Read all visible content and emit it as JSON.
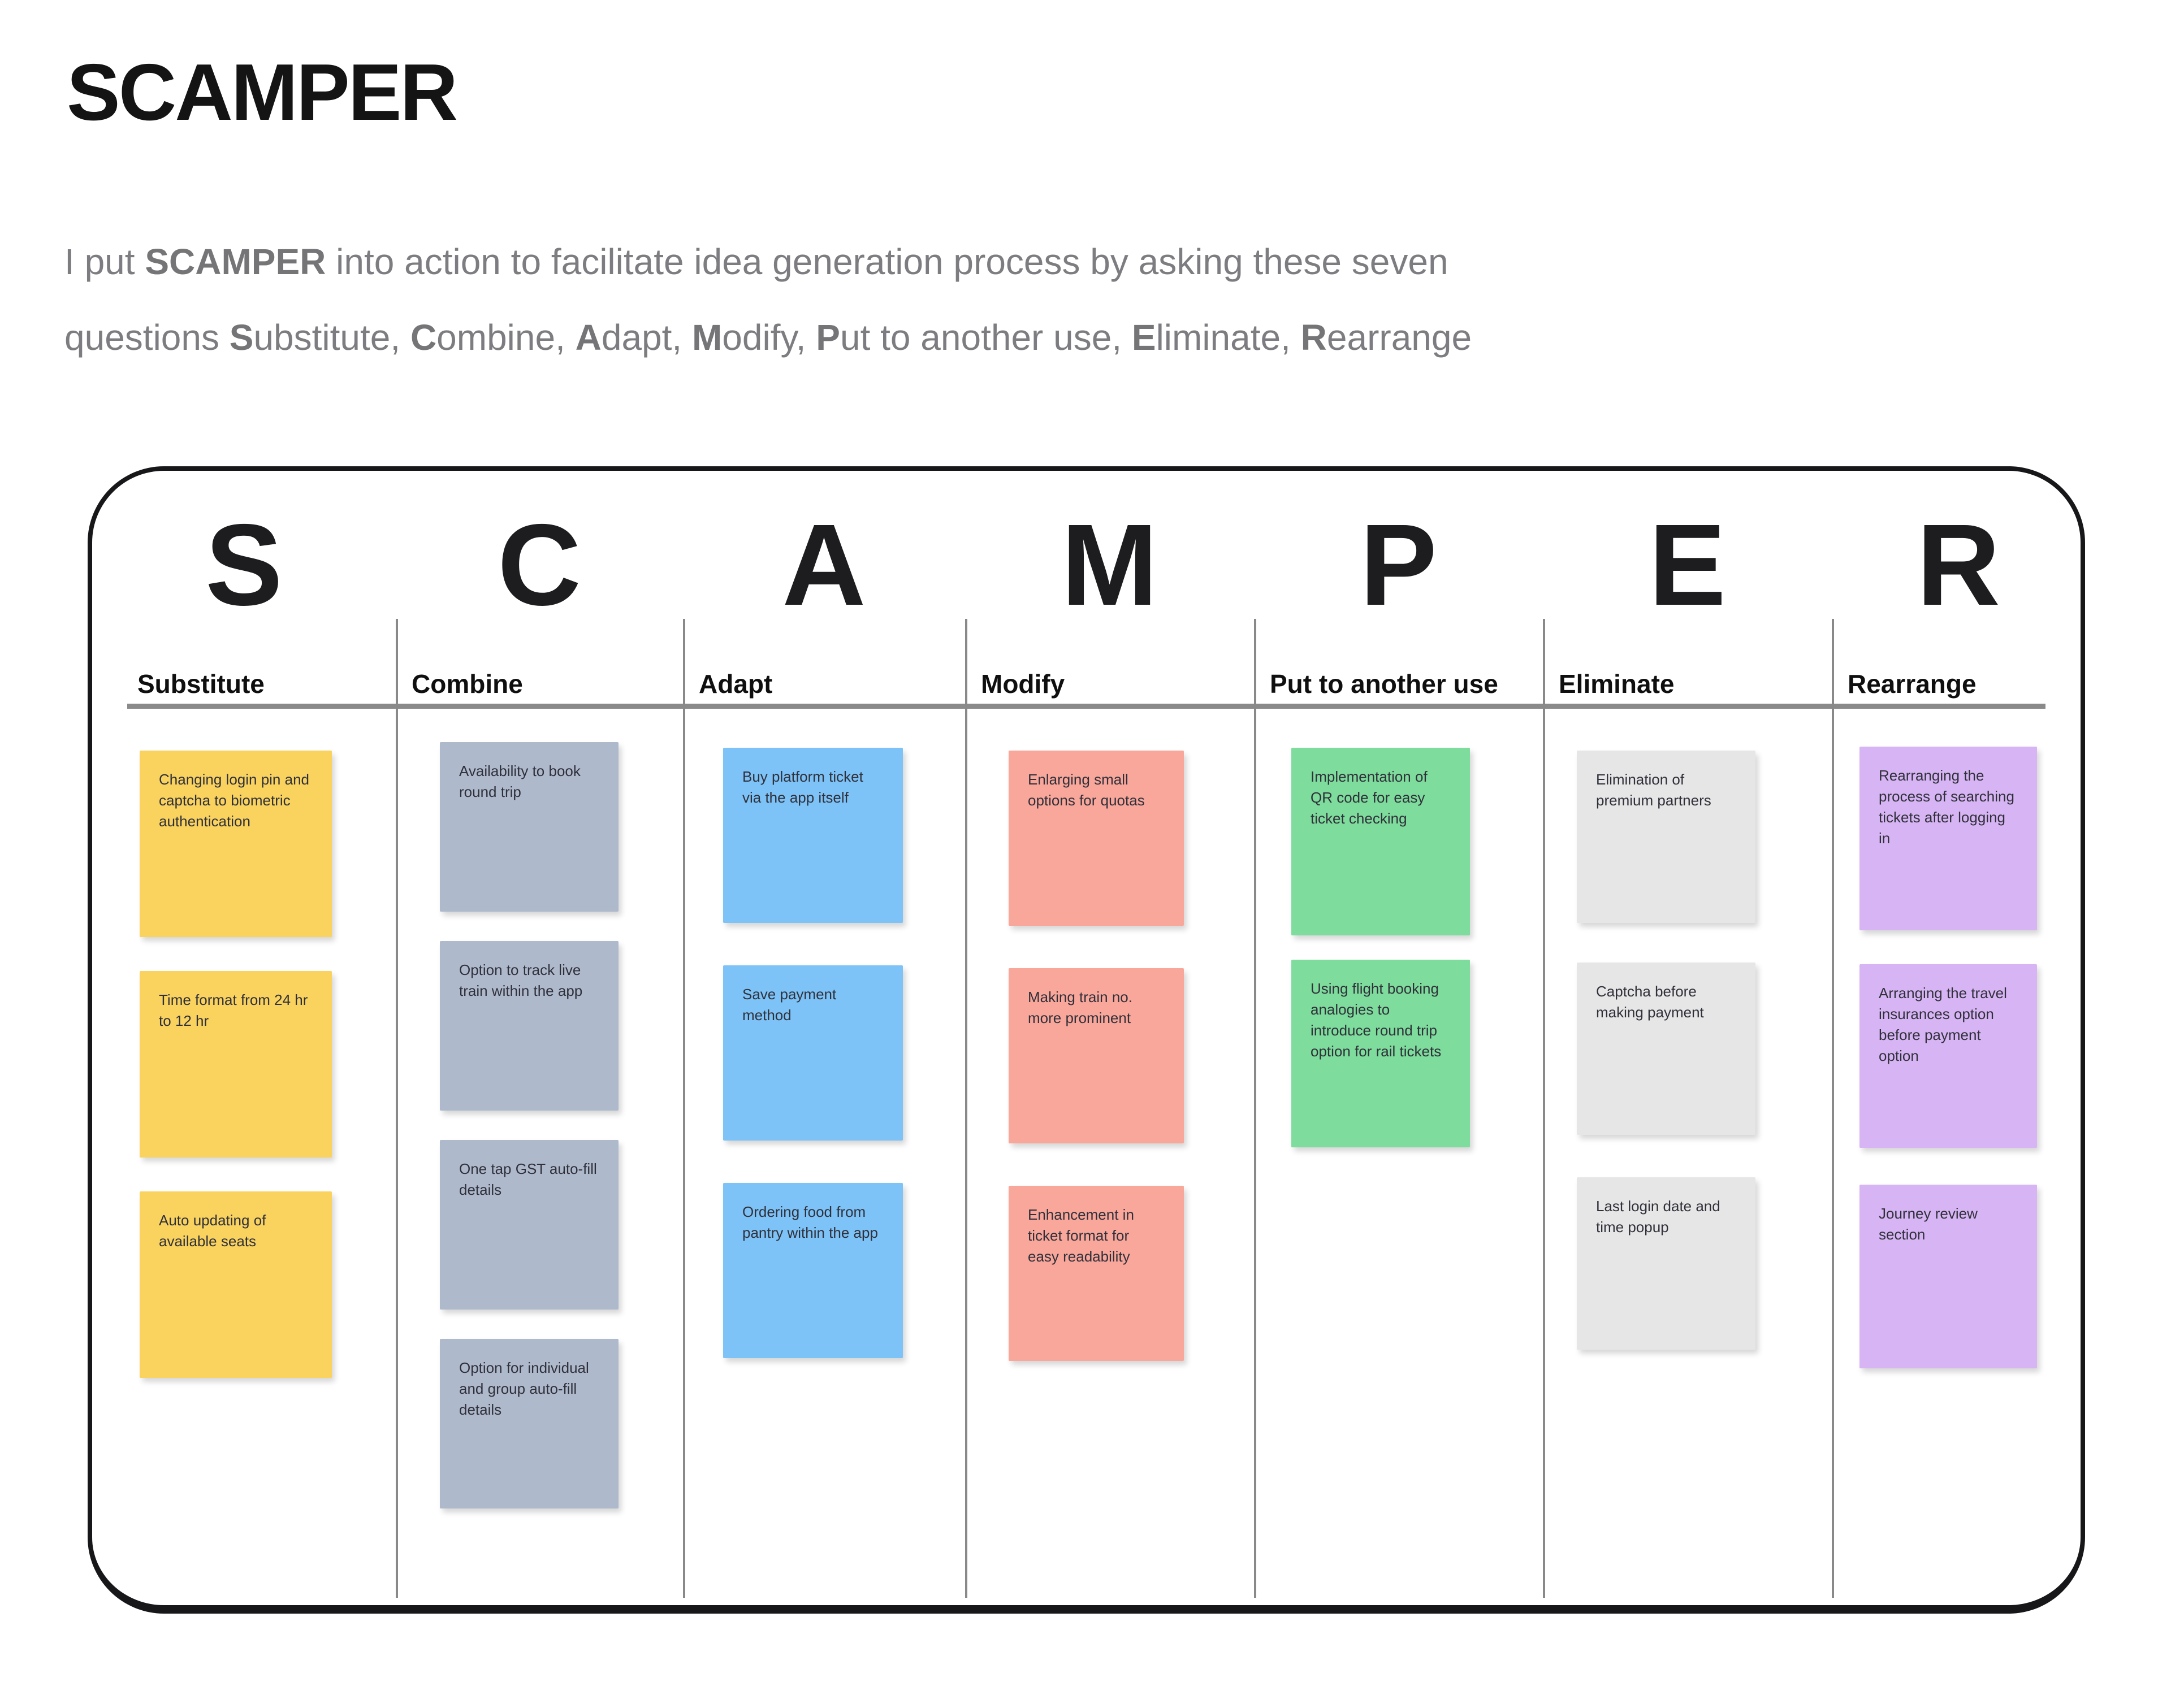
{
  "page": {
    "title": "SCAMPER"
  },
  "intro": {
    "segments": [
      {
        "t": "I put ",
        "b": false
      },
      {
        "t": "SCAMPER",
        "b": true
      },
      {
        "t": " into action to facilitate idea generation process by asking these seven\n",
        "b": false
      },
      {
        "t": "questions ",
        "b": false
      },
      {
        "t": "S",
        "b": true
      },
      {
        "t": "ubstitute, ",
        "b": false
      },
      {
        "t": "C",
        "b": true
      },
      {
        "t": "ombine, ",
        "b": false
      },
      {
        "t": "A",
        "b": true
      },
      {
        "t": "dapt, ",
        "b": false
      },
      {
        "t": "M",
        "b": true
      },
      {
        "t": "odify, ",
        "b": false
      },
      {
        "t": "P",
        "b": true
      },
      {
        "t": "ut to another use, ",
        "b": false
      },
      {
        "t": "E",
        "b": true
      },
      {
        "t": "liminate, ",
        "b": false
      },
      {
        "t": "R",
        "b": true
      },
      {
        "t": "earrange",
        "b": false
      }
    ]
  },
  "board": {
    "columns": [
      {
        "letter": "S",
        "title": "Substitute",
        "color": "#F9D35E",
        "notes": [
          "Changing login pin and captcha to biometric authentication",
          "Time format from 24 hr to 12 hr",
          "Auto updating of available seats"
        ]
      },
      {
        "letter": "C",
        "title": "Combine",
        "color": "#AEBACC",
        "notes": [
          "Availability to book round trip",
          "Option to track live train within the app",
          "One tap GST auto-fill details",
          "Option for individual and group auto-fill details"
        ]
      },
      {
        "letter": "A",
        "title": "Adapt",
        "color": "#7DC3F7",
        "notes": [
          "Buy platform ticket via the app itself",
          "Save payment method",
          "Ordering food from pantry within the app"
        ]
      },
      {
        "letter": "M",
        "title": "Modify",
        "color": "#F9A79B",
        "notes": [
          "Enlarging small options for quotas",
          "Making train no. more prominent",
          "Enhancement in ticket format for easy readability"
        ]
      },
      {
        "letter": "P",
        "title": "Put to another use",
        "color": "#7EDC9C",
        "notes": [
          "Implementation of QR code for easy ticket checking",
          "Using flight booking analogies to introduce round trip option for rail tickets"
        ]
      },
      {
        "letter": "E",
        "title": "Eliminate",
        "color": "#E6E6E6",
        "notes": [
          "Elimination of premium partners",
          "Captcha before making payment",
          "Last login date and time popup"
        ]
      },
      {
        "letter": "R",
        "title": "Rearrange",
        "color": "#D7B5F4",
        "notes": [
          "Rearranging the process of searching tickets after logging in",
          "Arranging the travel insurances option before payment option",
          "Journey review section"
        ]
      }
    ]
  }
}
